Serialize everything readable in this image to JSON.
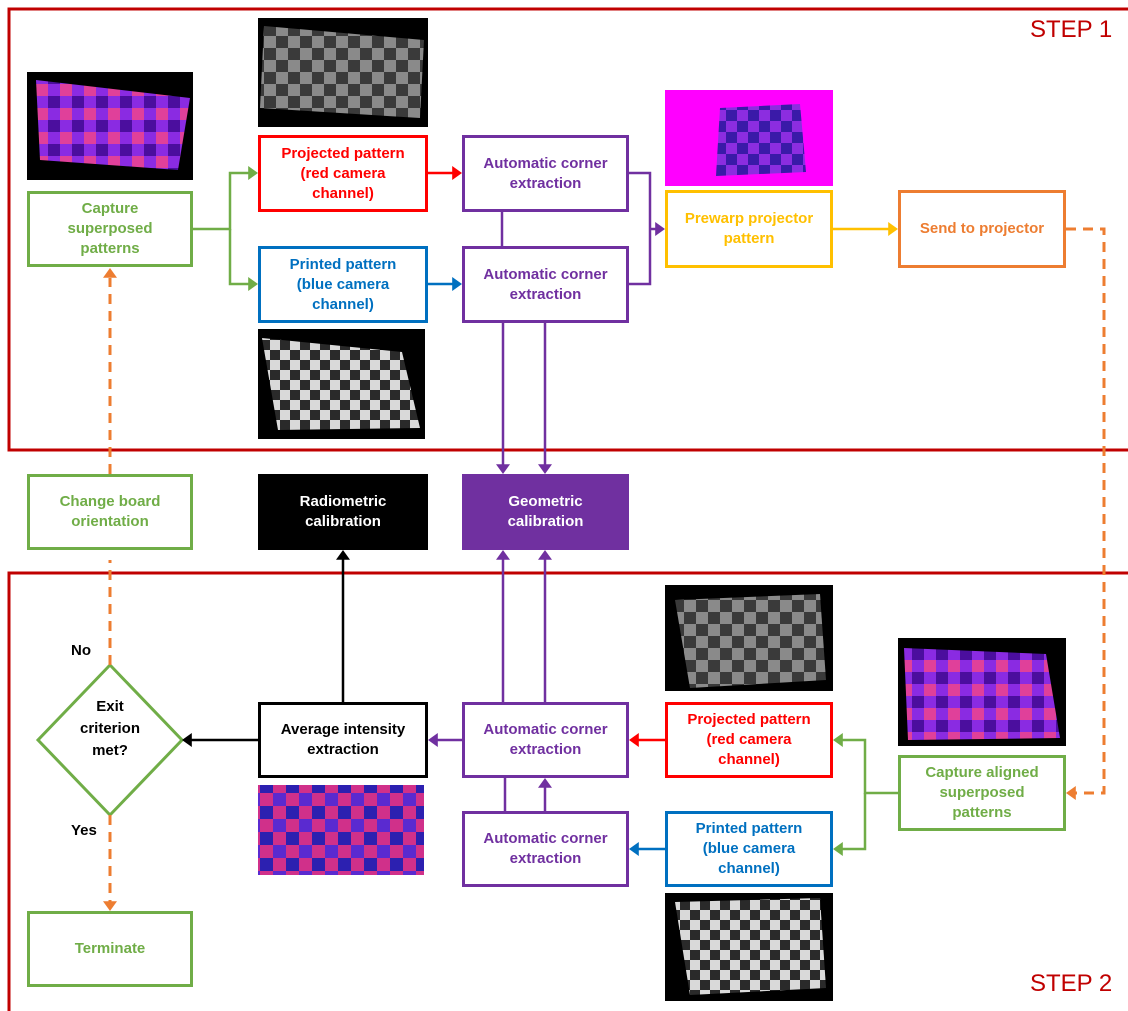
{
  "steps": {
    "step1": "STEP 1",
    "step2": "STEP 2"
  },
  "nodes": {
    "capture_superposed": "Capture\nsuperposed\npatterns",
    "projected_red_1": "Projected pattern\n(red camera\nchannel)",
    "printed_blue_1": "Printed pattern\n(blue camera\nchannel)",
    "auto_corner_1a": "Automatic corner\nextraction",
    "auto_corner_1b": "Automatic corner\nextraction",
    "prewarp": "Prewarp projector\npattern",
    "send_projector": "Send to projector",
    "change_board": "Change board\norientation",
    "radiometric": "Radiometric\ncalibration",
    "geometric": "Geometric\ncalibration",
    "exit_criterion": "Exit\ncriterion\nmet?",
    "average_intensity": "Average intensity\nextraction",
    "auto_corner_2a": "Automatic corner\nextraction",
    "auto_corner_2b": "Automatic corner\nextraction",
    "projected_red_2": "Projected pattern\n(red camera\nchannel)",
    "printed_blue_2": "Printed pattern\n(blue camera\nchannel)",
    "capture_aligned": "Capture aligned\nsuperposed\npatterns",
    "terminate": "Terminate"
  },
  "edge_labels": {
    "no": "No",
    "yes": "Yes"
  },
  "colors": {
    "green": "#70ad47",
    "red": "#ff0000",
    "blue": "#0070c0",
    "purple": "#7030a0",
    "yellow": "#ffc000",
    "orange": "#ed7d31",
    "black": "#000000",
    "step_border": "#c00000"
  },
  "thumbnails": [
    "superposed-pattern-thumbnail",
    "projected-pattern-thumbnail",
    "printed-pattern-thumbnail",
    "prewarped-pattern-thumbnail",
    "aligned-projected-thumbnail",
    "aligned-superposed-thumbnail",
    "intensity-pattern-thumbnail",
    "aligned-printed-thumbnail"
  ]
}
